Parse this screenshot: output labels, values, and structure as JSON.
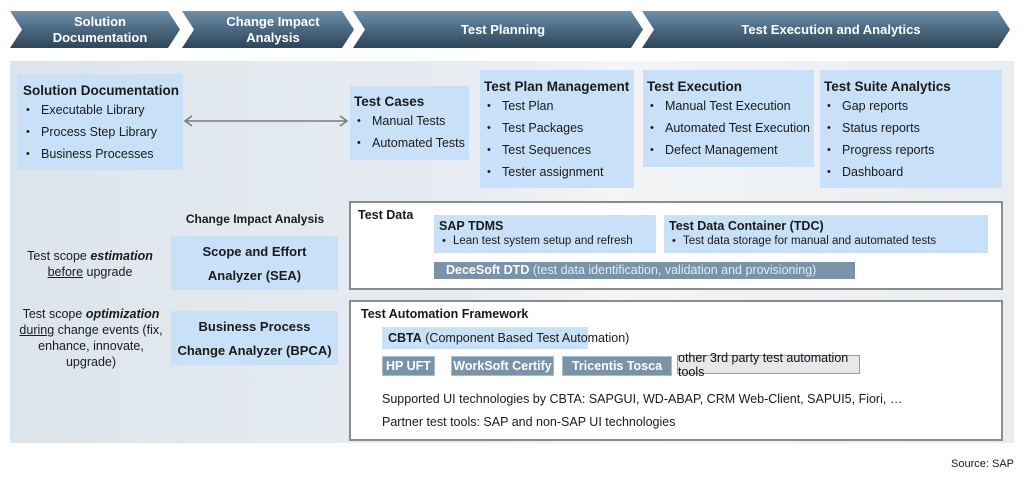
{
  "phases": [
    {
      "label": "Solution\nDocumentation"
    },
    {
      "label": "Change Impact\nAnalysis"
    },
    {
      "label": "Test Planning"
    },
    {
      "label": "Test Execution and Analytics"
    }
  ],
  "solution_documentation": {
    "title": "Solution Documentation",
    "items": [
      "Executable Library",
      "Process Step Library",
      "Business Processes"
    ]
  },
  "test_cases": {
    "title": "Test Cases",
    "items": [
      "Manual Tests",
      "Automated Tests"
    ]
  },
  "test_plan_management": {
    "title": "Test Plan Management",
    "items": [
      "Test Plan",
      "Test Packages",
      "Test Sequences",
      "Tester assignment"
    ]
  },
  "test_execution": {
    "title": "Test Execution",
    "items": [
      "Manual Test Execution",
      "Automated Test Execution",
      "Defect Management"
    ]
  },
  "test_suite_analytics": {
    "title": "Test Suite Analytics",
    "items": [
      "Gap reports",
      "Status reports",
      "Progress reports",
      "Dashboard"
    ]
  },
  "change_impact": {
    "heading": "Change Impact Analysis",
    "estimation": {
      "pre": "Test scope ",
      "emph": "estimation",
      "underlined": "before",
      "post": " upgrade"
    },
    "optimization": {
      "pre": "Test scope ",
      "emph": "optimization",
      "underlined": "during",
      "post": " change events (fix, enhance, innovate, upgrade)"
    },
    "sea": {
      "line1": "Scope and Effort",
      "line2": "Analyzer (SEA)"
    },
    "bpca": {
      "line1": "Business Process",
      "line2": "Change Analyzer (BPCA)"
    }
  },
  "test_data": {
    "title": "Test Data",
    "tdms": {
      "title": "SAP TDMS",
      "item": "Lean test system setup and refresh"
    },
    "tdc": {
      "title": "Test Data Container (TDC)",
      "item": "Test data storage for manual and automated tests"
    },
    "dtd": {
      "name": "DeceSoft DTD",
      "desc": " (test data identification, validation and provisioning)"
    }
  },
  "test_automation": {
    "title": "Test Automation Framework",
    "cbta": {
      "name": "CBTA",
      "desc": " (Component Based Test Automation)"
    },
    "tools": [
      "HP UFT",
      "WorkSoft Certify",
      "Tricentis Tosca"
    ],
    "other_tools": "other 3rd party test automation tools",
    "supported": "Supported UI technologies by CBTA: SAPGUI, WD-ABAP, CRM Web-Client, SAPUI5, Fiori, …",
    "partner": "Partner test tools: SAP and non-SAP UI technologies"
  },
  "source": "Source: SAP",
  "colors": {
    "chevron_top": "#6f8fa8",
    "chevron_bottom": "#2f4558",
    "light_box": "#c9e1f8",
    "tool_box": "#7893aa"
  }
}
